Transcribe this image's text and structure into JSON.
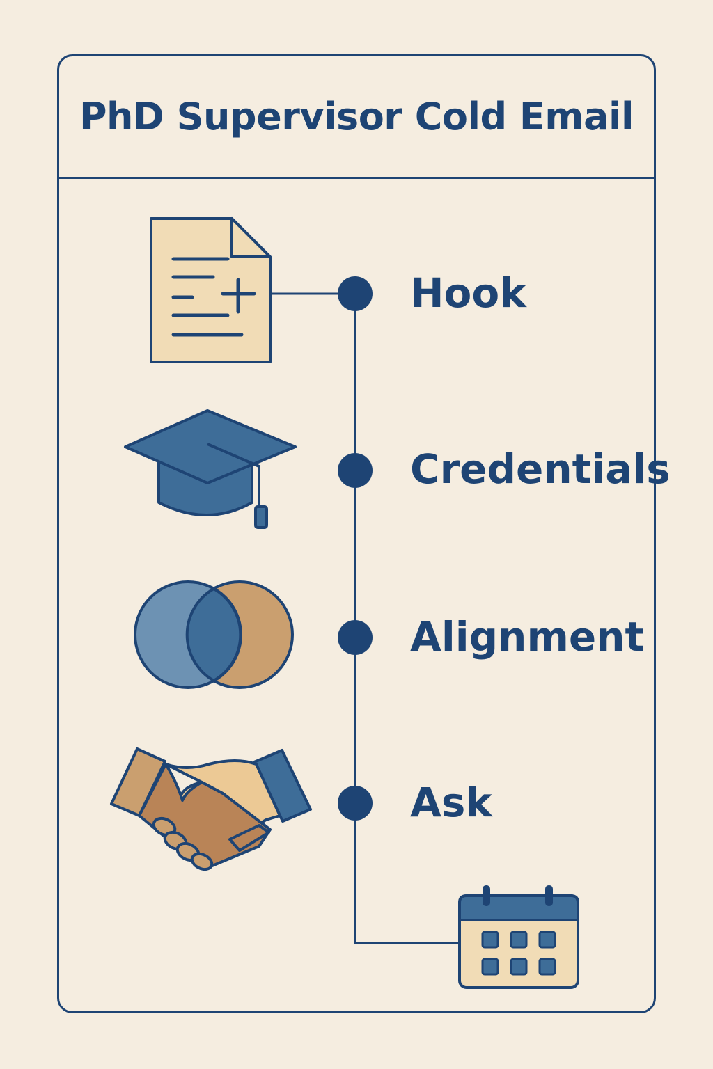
{
  "title": "PhD Supervisor Cold Email",
  "steps": [
    {
      "label": "Hook",
      "icon": "document-icon"
    },
    {
      "label": "Credentials",
      "icon": "graduation-cap-icon"
    },
    {
      "label": "Alignment",
      "icon": "venn-diagram-icon"
    },
    {
      "label": "Ask",
      "icon": "handshake-icon"
    }
  ],
  "end_icon": "calendar-icon",
  "colors": {
    "background": "#f5ede0",
    "primary": "#1e4474",
    "blue": "#6d92b3",
    "blue_dark": "#3e6d98",
    "tan": "#f1dcb6",
    "brown": "#ca9f6f",
    "skin_dark": "#b98457",
    "skin_light": "#ecc995"
  }
}
